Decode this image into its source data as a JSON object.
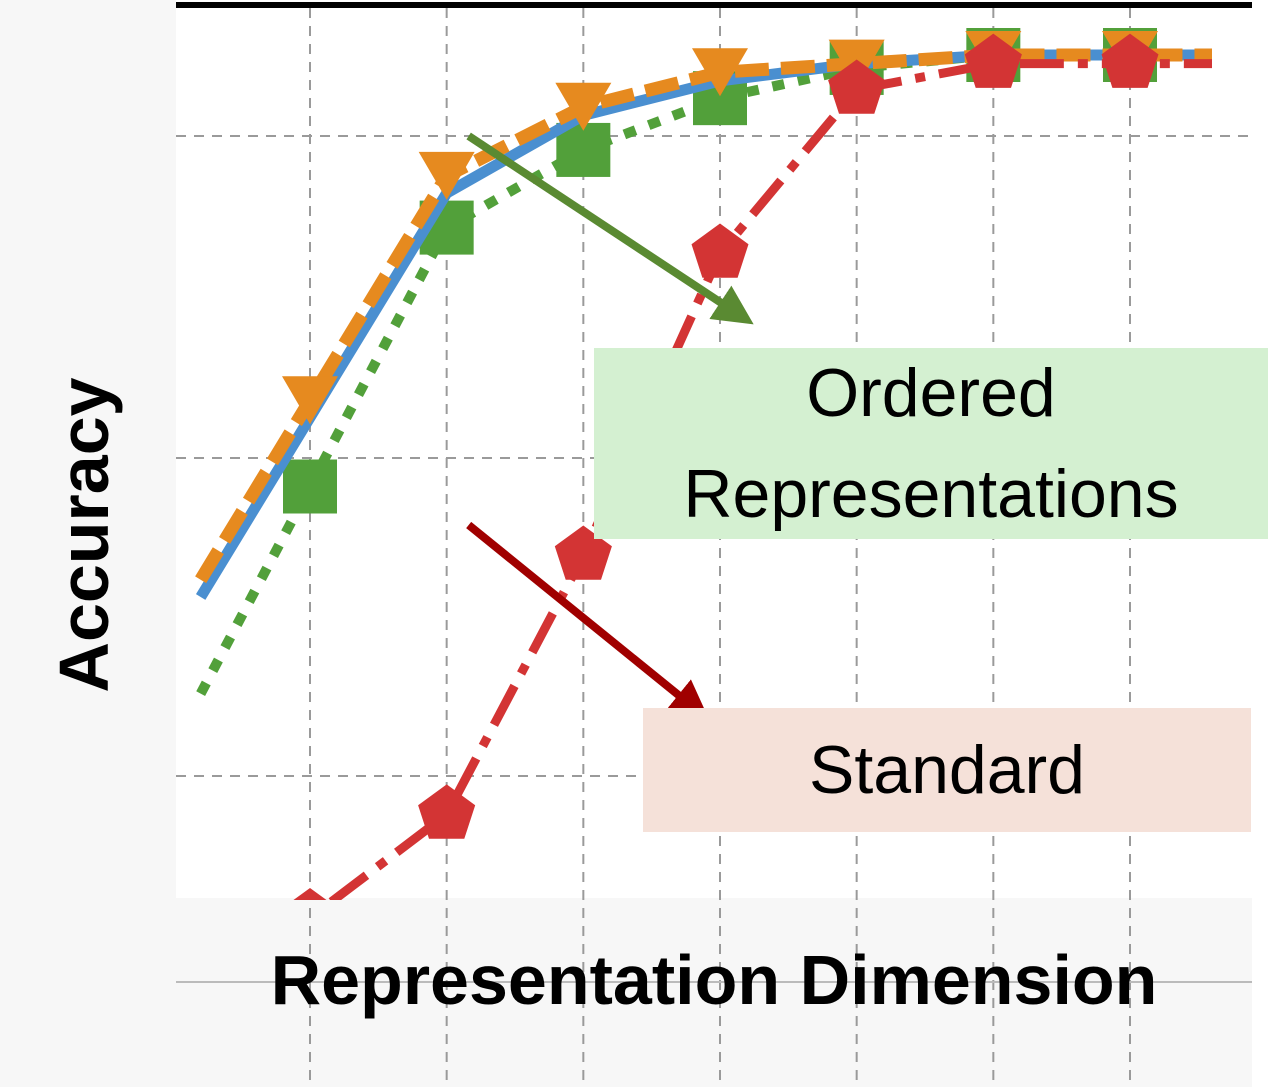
{
  "chart_data": {
    "type": "line",
    "xlabel": "Representation Dimension",
    "ylabel": "Accuracy",
    "x": [
      1,
      2,
      3,
      4,
      5,
      6,
      7
    ],
    "xlim": [
      0.2,
      7.6
    ],
    "ylim": [
      0,
      100
    ],
    "grid": true,
    "series": [
      {
        "color": "#4a8fd0",
        "style": "solid",
        "values": [
          58,
          84,
          93,
          97,
          99,
          100,
          100
        ]
      },
      {
        "color": "#e68a1f",
        "style": "dashed",
        "marker": "triangle-down",
        "values": [
          60,
          86,
          94,
          98,
          99,
          100,
          100
        ]
      },
      {
        "color": "#52a03a",
        "style": "dotted",
        "marker": "square",
        "values": [
          50,
          80,
          89,
          95,
          98.5,
          100,
          100
        ]
      },
      {
        "color": "#d33434",
        "style": "dashdot",
        "marker": "pentagon",
        "values": [
          0,
          12,
          42,
          77,
          96,
          99,
          99
        ]
      }
    ],
    "annotations": [
      {
        "text": "Ordered Representations",
        "lines": [
          "Ordered",
          "Representations"
        ],
        "bg": "#d4f0d1",
        "arrow_color": "#5a8a32",
        "points_from_x": 2
      },
      {
        "text": "Standard",
        "bg": "#f5e1d9",
        "arrow_color": "#a00000",
        "points_from_x": 2
      }
    ]
  }
}
